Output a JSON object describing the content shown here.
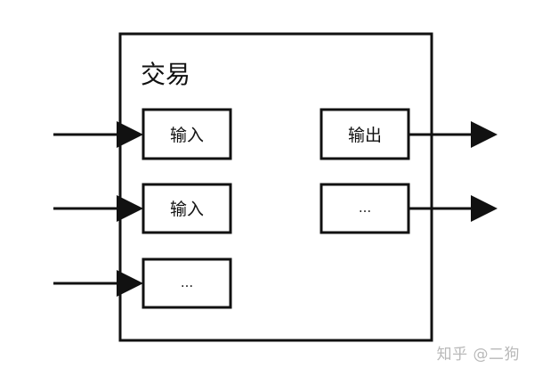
{
  "transaction": {
    "title": "交易",
    "inputs": [
      "输入",
      "输入",
      "..."
    ],
    "outputs": [
      "输出",
      "..."
    ]
  },
  "watermark": "知乎 @二狗",
  "colors": {
    "stroke": "#111111",
    "watermark": "#b9b9b9",
    "background": "#ffffff"
  }
}
